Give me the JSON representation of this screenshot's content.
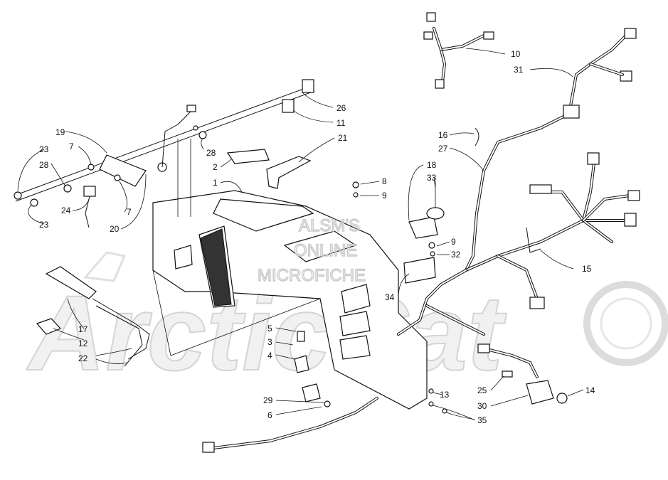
{
  "watermark": {
    "line1": "ALSM'S",
    "line2": "ONLINE",
    "line3": "MICROFICHE",
    "background_brand": "ArcticCat"
  },
  "callouts": [
    {
      "id": "c10",
      "text": "10"
    },
    {
      "id": "c31",
      "text": "31"
    },
    {
      "id": "c26",
      "text": "26"
    },
    {
      "id": "c11",
      "text": "11"
    },
    {
      "id": "c21",
      "text": "21"
    },
    {
      "id": "c19",
      "text": "19"
    },
    {
      "id": "c28a",
      "text": "28"
    },
    {
      "id": "c28b",
      "text": "28"
    },
    {
      "id": "c7a",
      "text": "7"
    },
    {
      "id": "c7b",
      "text": "7"
    },
    {
      "id": "c23a",
      "text": "23"
    },
    {
      "id": "c23b",
      "text": "23"
    },
    {
      "id": "c24",
      "text": "24"
    },
    {
      "id": "c20",
      "text": "20"
    },
    {
      "id": "c2",
      "text": "2"
    },
    {
      "id": "c1",
      "text": "1"
    },
    {
      "id": "c8",
      "text": "8"
    },
    {
      "id": "c9a",
      "text": "9"
    },
    {
      "id": "c9b",
      "text": "9"
    },
    {
      "id": "c18",
      "text": "18"
    },
    {
      "id": "c33",
      "text": "33"
    },
    {
      "id": "c32",
      "text": "32"
    },
    {
      "id": "c34",
      "text": "34"
    },
    {
      "id": "c16",
      "text": "16"
    },
    {
      "id": "c27",
      "text": "27"
    },
    {
      "id": "c15",
      "text": "15"
    },
    {
      "id": "c17",
      "text": "17"
    },
    {
      "id": "c12",
      "text": "12"
    },
    {
      "id": "c22",
      "text": "22"
    },
    {
      "id": "c5",
      "text": "5"
    },
    {
      "id": "c3",
      "text": "3"
    },
    {
      "id": "c4",
      "text": "4"
    },
    {
      "id": "c29",
      "text": "29"
    },
    {
      "id": "c6",
      "text": "6"
    },
    {
      "id": "c13",
      "text": "13"
    },
    {
      "id": "c25",
      "text": "25"
    },
    {
      "id": "c30",
      "text": "30"
    },
    {
      "id": "c35",
      "text": "35"
    },
    {
      "id": "c14",
      "text": "14"
    }
  ]
}
